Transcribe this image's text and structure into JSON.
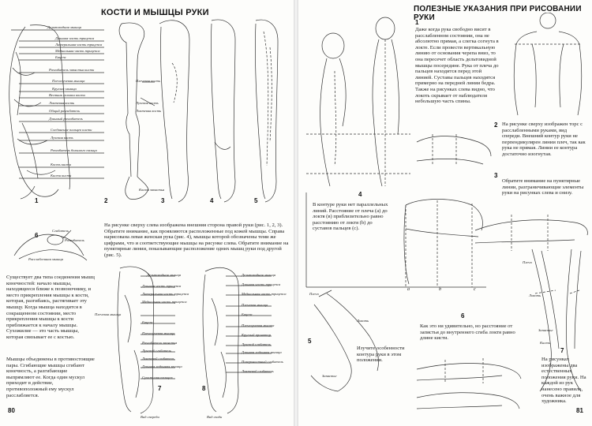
{
  "left": {
    "title": "КОСТИ И МЫШЦЫ РУКИ",
    "page_number": "80",
    "figure_numbers": [
      "1",
      "2",
      "3",
      "4",
      "5",
      "6",
      "7",
      "8"
    ],
    "fig1_labels": [
      "Дельтовидная мышца",
      "Длинная часть трицепса",
      "Латеральная часть трицепса",
      "Медиальная часть трицепса",
      "Бицепс",
      "Разгибатель запястья кисти",
      "Плечелучевая мышца",
      "Круглая мышца",
      "Вестник головки кости",
      "Локтевая кость",
      "Общий разгибатель",
      "Длинный разгибатель",
      "Соединение пальцев кисти",
      "Лучевая кость",
      "Разгибатель большого пальца",
      "Кость кисти",
      "Кисти кисти"
    ],
    "fig2_labels": [
      "Плечевая кость",
      "Лучевая кость",
      "Локтевая кость",
      "Кости запястья"
    ],
    "fig6_labels": [
      "Сгибатель",
      "Разгибатель",
      "Расслабленная мышца"
    ],
    "fig7_labels": [
      "Дельтовидная мышца",
      "Длинная часть трицепса",
      "Латеральная часть трицепса",
      "Медиальная часть трицепса",
      "Плечевая мышца",
      "Бицепс",
      "Плечелучевая мышца",
      "Разгибатели запястья",
      "Лучевой сгибатель",
      "Локтевой сгибатель",
      "Длинная ладонная мышца",
      "Сухожилия пальцев",
      "Вид спереди"
    ],
    "fig8_labels": [
      "Дельтовидная мышца",
      "Длинная часть трицепса",
      "Медиальная часть трицепса",
      "Плечевая мышца",
      "Бицепс",
      "Плечелучевая мышца",
      "Круглый пронатор",
      "Лучевой сгибатель",
      "Длинная ладонная мышца",
      "Поверхностный сгибатель",
      "Локтевой сгибатель",
      "Вид сзади"
    ],
    "paragraph_top": "На рисунке сверху слева изображена внешняя сторона правой руки (рис. 1, 2, 3). Обратите внимание, как проявляются расположенные под кожей мышцы. Справа нарисована левая женская рука (рис. 4), мышцы которой обозначены теми же цифрами, что и соответствующие мышцы на рисунке слева. Обратите внимание на пунктирные линии, показывающие расположение одних мышц руки под другой (рис. 5).",
    "paragraph_col1": "Существует два типа соединения мышц конечностей: начало мышцы, находящееся ближе к позвоночнику, и место прикрепления мышцы к кости, которая, разгибаясь, растягивает эту мышцу. Когда мышца находится в сокращенном состоянии, место прикрепления мышцы к кости приближается к началу мышцы. Сухожилие — это часть мышцы, которая связывает ее с костью.",
    "paragraph_col2": "Мышцы объединены в противостоящие пары. Сгибающие мышцы сгибают конечность, а разгибающие выпрямляют ее. Когда один мускул приходит в действие, противоположный ему мускул расслабляется."
  },
  "right": {
    "title": "ПОЛЕЗНЫЕ УКАЗАНИЯ ПРИ РИСОВАНИИ РУКИ",
    "page_number": "81",
    "step1": "Даже когда рука свободно висит в расслабленном состоянии, она не абсолютно прямая, а слегка согнута в локте. Если провести вертикальную линию от основания черепа вниз, то она пересечет область дельтовидной мышцы посередине. Рука от плеча до пальцев находится перед этой линией. Суставы пальцев находятся примерно на передней линии бедра. Также на рисунках слева видно, что локоть скрывает от наблюдателя небольшую часть спины.",
    "step2": "На рисунке сверху изображен торс с расслабленными руками, вид спереди. Внешний контур руки не перпендикулярен линии плеч, так как рука не прямая. Линии ее контура достаточно изогнутая.",
    "step3": "Обратите внимание на пунктирные линии, разграничивающие элементы руки на рисунках слева и снизу.",
    "step4": "В контуре руки нет параллельных линий. Расстояние от плеча (а) до локтя (в) приблизительно равно расстоянию от локтя (b) до суставов пальцев (с).",
    "step5": "Изучите особенности контура руки в этом положении.",
    "step6": "Как это ни удивительно, но расстояние от запястья до внутреннего сгиба локтя равно длине кисти.",
    "step7": "На рисунках изображены два естественных положения руки. На каждой из рук нанесено правило, очень важное для художника.",
    "figure_numbers": [
      "1",
      "2",
      "3",
      "4",
      "5",
      "6",
      "7"
    ],
    "fig4_points": [
      "a",
      "b",
      "c"
    ],
    "fig5_labels": [
      "Плечо",
      "Локоть",
      "Запястье"
    ],
    "fig7_labels": [
      "Плечо",
      "Локоть",
      "Запястье",
      "Кисть"
    ]
  }
}
